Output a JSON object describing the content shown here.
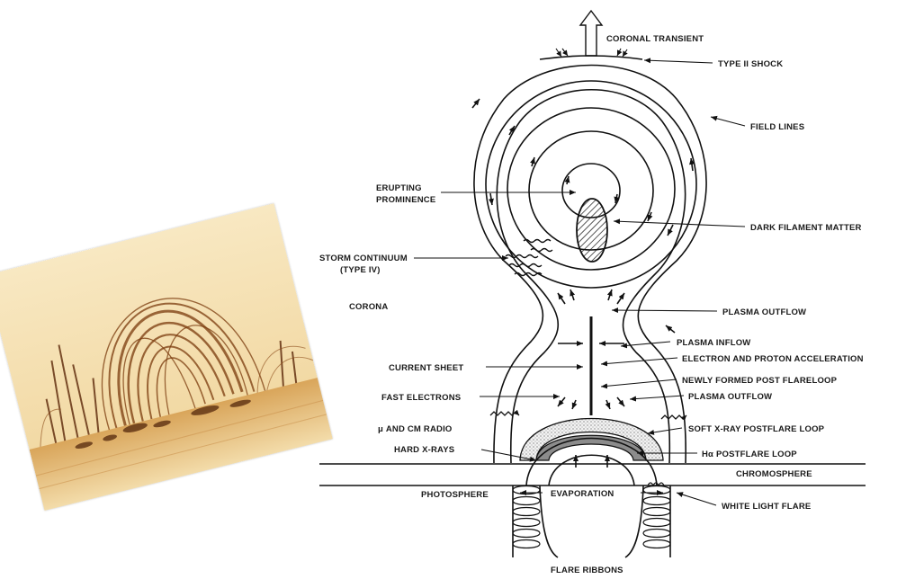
{
  "photo": {
    "caption": "",
    "colors": {
      "background": "#f6e4b8",
      "loops": "#7a3a0c",
      "dark": "#3e1a05",
      "surface": "#e8c98a"
    }
  },
  "labels": {
    "coronal_transient": "CORONAL TRANSIENT",
    "type_ii_shock": "TYPE II SHOCK",
    "field_lines": "FIELD LINES",
    "erupting_prominence_1": "ERUPTING",
    "erupting_prominence_2": "PROMINENCE",
    "dark_filament_matter": "DARK FILAMENT MATTER",
    "storm_continuum_1": "STORM CONTINUUM",
    "storm_continuum_2": "(TYPE IV)",
    "corona": "CORONA",
    "plasma_outflow_top": "PLASMA OUTFLOW",
    "plasma_inflow": "PLASMA INFLOW",
    "electron_proton_acc": "ELECTRON AND PROTON ACCELERATION",
    "current_sheet": "CURRENT SHEET",
    "newly_formed_loop": "NEWLY FORMED POST FLARELOOP",
    "fast_electrons": "FAST ELECTRONS",
    "plasma_outflow_bottom": "PLASMA OUTFLOW",
    "mu_cm_radio": "μ AND CM RADIO",
    "soft_xray_loop": "SOFT X-RAY POSTFLARE LOOP",
    "hard_xrays": "HARD X-RAYS",
    "halpha_loop": "Hα POSTFLARE LOOP",
    "chromosphere": "CHROMOSPHERE",
    "photosphere": "PHOTOSPHERE",
    "evaporation": "EVAPORATION",
    "white_light_flare": "WHITE LIGHT FLARE",
    "flare_ribbons": "FLARE RIBBONS"
  }
}
